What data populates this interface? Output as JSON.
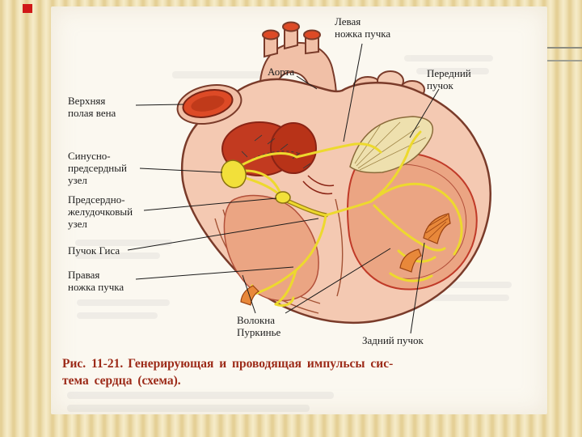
{
  "slide": {
    "decor": {
      "marker_color": "#d01818"
    }
  },
  "figure": {
    "labels": {
      "superior_vena_cava": "Верхняя\nполая вена",
      "sinoatrial_node": "Синусно-\nпредсердный\nузел",
      "atrioventricular_node": "Предсердно-\nжелудочковый\nузел",
      "his_bundle": "Пучок Гиса",
      "right_bundle_branch": "Правая\nножка пучка",
      "left_bundle_branch": "Левая\nножка пучка",
      "aorta": "Аорта",
      "anterior_bundle": "Передний\nпучок",
      "purkinje_fibers": "Волокна\nПуркинье",
      "posterior_bundle": "Задний пучок"
    },
    "caption": {
      "figure_number": "Рис. 11-21.",
      "text_line1": "Генерирующая и проводящая импульсы сис-",
      "text_line2": "тема сердца (схема)."
    },
    "colors": {
      "heart_wall_pink": "#f4c9b2",
      "cavity_salmon": "#eba583",
      "atrium_red": "#c23a20",
      "vessel_opening_orange": "#dd4a26",
      "conduction_yellow": "#edd92e",
      "node_yellow": "#f2e03a",
      "outline_brown": "#7a3b2a",
      "caption_red": "#9c2a18"
    }
  }
}
